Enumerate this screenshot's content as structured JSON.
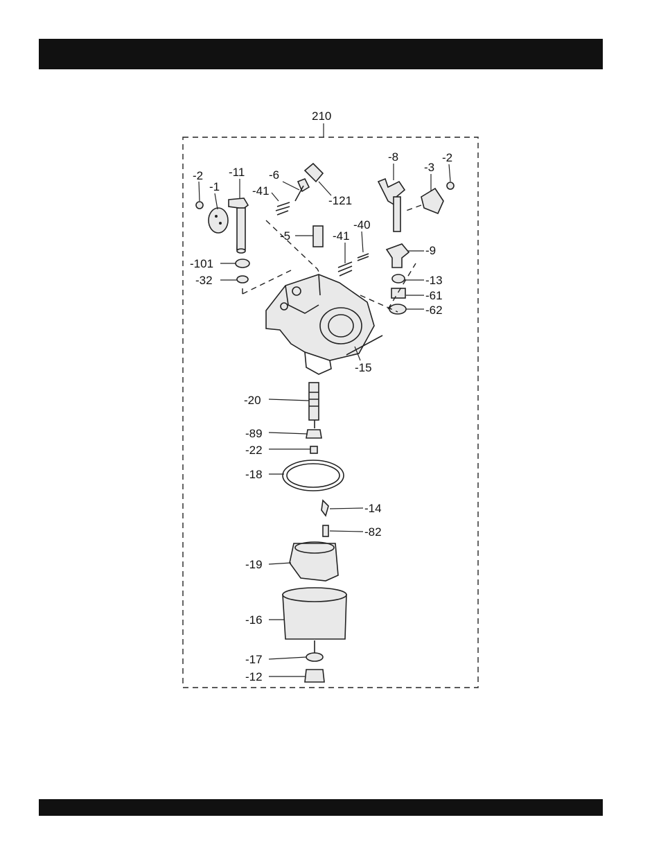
{
  "assembly_number": "210",
  "parts": [
    {
      "id": "p2a",
      "label": "-2"
    },
    {
      "id": "p1",
      "label": "-1"
    },
    {
      "id": "p11",
      "label": "-11"
    },
    {
      "id": "p6",
      "label": "-6"
    },
    {
      "id": "p41a",
      "label": "-41"
    },
    {
      "id": "p121",
      "label": "-121"
    },
    {
      "id": "p8",
      "label": "-8"
    },
    {
      "id": "p3",
      "label": "-3"
    },
    {
      "id": "p2b",
      "label": "-2"
    },
    {
      "id": "p5",
      "label": "-5"
    },
    {
      "id": "p41b",
      "label": "-41"
    },
    {
      "id": "p40",
      "label": "-40"
    },
    {
      "id": "p9",
      "label": "-9"
    },
    {
      "id": "p101",
      "label": "-101"
    },
    {
      "id": "p32",
      "label": "-32"
    },
    {
      "id": "p13",
      "label": "-13"
    },
    {
      "id": "p61",
      "label": "-61"
    },
    {
      "id": "p62",
      "label": "-62"
    },
    {
      "id": "p15",
      "label": "-15"
    },
    {
      "id": "p20",
      "label": "-20"
    },
    {
      "id": "p89",
      "label": "-89"
    },
    {
      "id": "p22",
      "label": "-22"
    },
    {
      "id": "p18",
      "label": "-18"
    },
    {
      "id": "p14",
      "label": "-14"
    },
    {
      "id": "p82",
      "label": "-82"
    },
    {
      "id": "p19",
      "label": "-19"
    },
    {
      "id": "p16",
      "label": "-16"
    },
    {
      "id": "p17",
      "label": "-17"
    },
    {
      "id": "p12",
      "label": "-12"
    }
  ]
}
